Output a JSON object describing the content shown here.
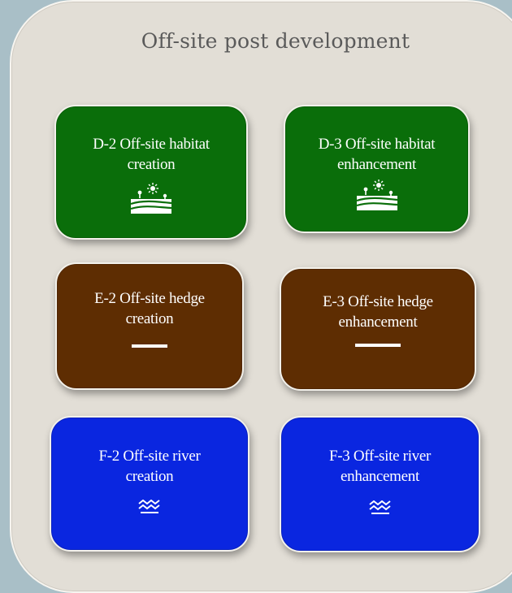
{
  "panel": {
    "title": "Off-site post development"
  },
  "cards": {
    "d2": {
      "label": "D-2 Off-site habitat\ncreation",
      "icon": "field-sun-icon",
      "color": "#0a6e0a"
    },
    "d3": {
      "label": "D-3 Off-site habitat\nenhancement",
      "icon": "field-sun-icon",
      "color": "#0a6e0a"
    },
    "e2": {
      "label": "E-2 Off-site hedge\ncreation",
      "icon": "hedge-line-icon",
      "color": "#5e2d02"
    },
    "e3": {
      "label": "E-3 Off-site hedge\nenhancement",
      "icon": "hedge-line-icon",
      "color": "#5e2d02"
    },
    "f2": {
      "label": "F-2 Off-site river\ncreation",
      "icon": "water-waves-icon",
      "color": "#0a26e0"
    },
    "f3": {
      "label": "F-3 Off-site river\nenhancement",
      "icon": "water-waves-icon",
      "color": "#0a26e0"
    }
  }
}
